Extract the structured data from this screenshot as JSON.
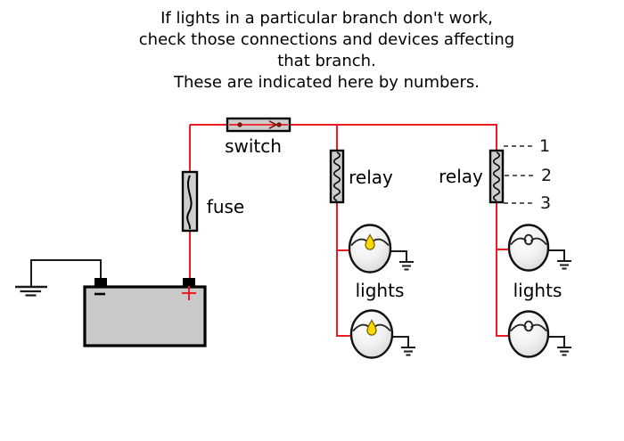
{
  "title": {
    "lines": [
      "If lights in a particular branch don't work,",
      "check those connections and devices affecting",
      "that branch.",
      "These are indicated here by numbers."
    ]
  },
  "labels": {
    "switch": "switch",
    "fuse": "fuse",
    "relay_left": "relay",
    "relay_right": "relay",
    "lights_left": "lights",
    "lights_right": "lights"
  },
  "battery": {
    "negative_sign": "−",
    "positive_sign": "+"
  },
  "branch_numbers": [
    "1",
    "2",
    "3"
  ],
  "colors": {
    "wire_red": "#ed1c24",
    "component_fill": "#cdcdcd",
    "battery_fill": "#c9c9c9",
    "bulb_glow": "#ffd800",
    "ground_black": "#1a1a1a",
    "contact_dark_red": "#7f1410"
  }
}
